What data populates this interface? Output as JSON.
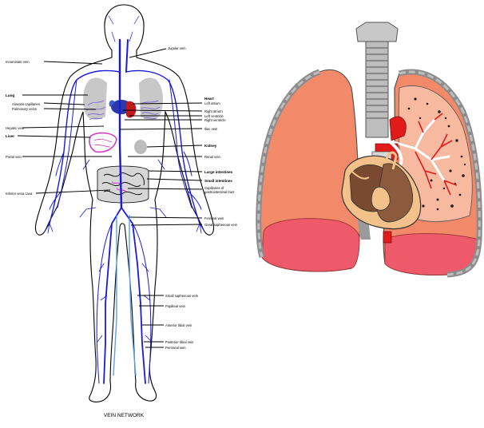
{
  "caption": "VEIN NETWORK",
  "labels_left": [
    {
      "key": "innominate",
      "text": "Innominate vein",
      "bold": false
    },
    {
      "key": "lung",
      "text": "Lung",
      "bold": true
    },
    {
      "key": "alveolar",
      "text": "Alveolar capillaries",
      "bold": false
    },
    {
      "key": "pulmonary",
      "text": "Pulmonary veins",
      "bold": false
    },
    {
      "key": "hepatic",
      "text": "Hepatic vein",
      "bold": false
    },
    {
      "key": "liver",
      "text": "Liver",
      "bold": true
    },
    {
      "key": "portal",
      "text": "Portal vein",
      "bold": false
    },
    {
      "key": "ivc",
      "text": "Inferior vena cava",
      "bold": false
    }
  ],
  "labels_right": [
    {
      "key": "jugular",
      "text": "Jugular vein",
      "bold": false
    },
    {
      "key": "heart",
      "text": "Heart",
      "bold": true
    },
    {
      "key": "la",
      "text": "Left atrium",
      "bold": false
    },
    {
      "key": "ra",
      "text": "Right atrium",
      "bold": false
    },
    {
      "key": "lv",
      "text": "Left ventricle",
      "bold": false
    },
    {
      "key": "rv",
      "text": "Right ventricle",
      "bold": false
    },
    {
      "key": "iliac",
      "text": "Iliac vein",
      "bold": false
    },
    {
      "key": "kidney",
      "text": "Kidney",
      "bold": true
    },
    {
      "key": "renal",
      "text": "Renal vein",
      "bold": false
    },
    {
      "key": "large_int",
      "text": "Large intestines",
      "bold": true
    },
    {
      "key": "small_int",
      "text": "Small intestines",
      "bold": true
    },
    {
      "key": "cap1",
      "text": "Capillaries of",
      "bold": false
    },
    {
      "key": "cap2",
      "text": "gastrointestinal tract",
      "bold": false
    },
    {
      "key": "femoral",
      "text": "Femoral vein",
      "bold": false
    },
    {
      "key": "great_saph",
      "text": "Great saphenous vein",
      "bold": false
    },
    {
      "key": "small_saph",
      "text": "Small saphenous vein",
      "bold": false
    },
    {
      "key": "popliteal",
      "text": "Popliteal vein",
      "bold": false
    },
    {
      "key": "ant_tibial",
      "text": "Anterior tibial vein",
      "bold": false
    },
    {
      "key": "post_tibial",
      "text": "Posterior tibial vein",
      "bold": false
    },
    {
      "key": "peroneal",
      "text": "Peroneal vein",
      "bold": false
    }
  ],
  "colors": {
    "vein": "#1a1adc",
    "vein_light": "#5aa0e6",
    "lung_fill": "#f28a6a",
    "lung_lower": "#ee5a6a",
    "pleura": "#8c8c8c",
    "heart": "#7a4a30",
    "artery": "#e21a1a",
    "liver": "#d040c8",
    "organ_gray": "#c8c8c8"
  }
}
